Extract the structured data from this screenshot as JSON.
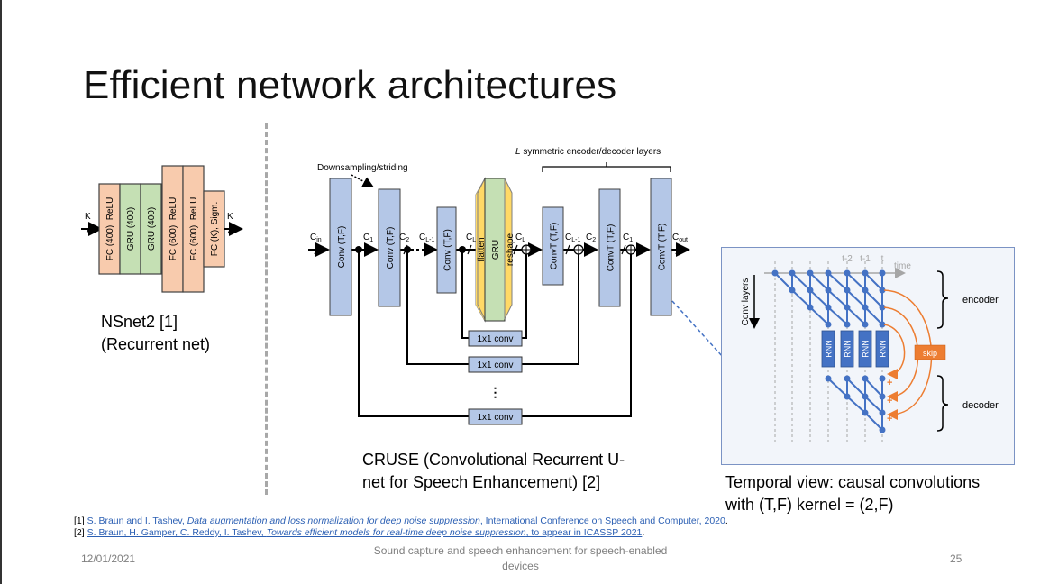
{
  "slide": {
    "title": "Efficient network architectures",
    "page_number": "25",
    "date": "12/01/2021",
    "footer_text_line1": "Sound capture and speech enhancement for speech-enabled",
    "footer_text_line2": "devices"
  },
  "nsnet2": {
    "input_label": "K",
    "output_label": "K",
    "layers": [
      {
        "label": "FC (400), ReLU",
        "type": "fc"
      },
      {
        "label": "GRU (400)",
        "type": "gru"
      },
      {
        "label": "GRU (400)",
        "type": "gru"
      },
      {
        "label": "FC (600), ReLU",
        "type": "fc"
      },
      {
        "label": "FC (600), ReLU",
        "type": "fc"
      },
      {
        "label": "FC (K), Sigm.",
        "type": "fc"
      }
    ],
    "caption_line1": "NSnet2 [1]",
    "caption_line2": "(Recurrent net)"
  },
  "cruse": {
    "downsampling_label": "Downsampling/striding",
    "symmetric_label_italic": "L",
    "symmetric_label_rest": " symmetric encoder/decoder layers",
    "encoder_blocks": [
      "Conv (T,F)",
      "Conv (T,F)",
      "Conv (T,F)"
    ],
    "flatten_label": "flatten",
    "gru_label": "GRU",
    "reshape_label": "reshape",
    "decoder_blocks": [
      "ConvT (T,F)",
      "ConvT (T,F)",
      "ConvT (T,F)"
    ],
    "channel_labels": {
      "c_in": "C",
      "c_in_sub": "in",
      "c1": "C",
      "c1_sub": "1",
      "c2": "C",
      "c2_sub": "2",
      "cl1": "C",
      "cl1_sub": "L-1",
      "cl": "C",
      "cl_sub": "L",
      "cout": "C",
      "cout_sub": "out"
    },
    "skip_convs": [
      "1x1 conv",
      "1x1 conv",
      "1x1 conv"
    ],
    "ellipsis": "⋮",
    "caption_line1": "CRUSE (Convolutional Recurrent U-",
    "caption_line2": "net for Speech Enhancement) [2]"
  },
  "temporal": {
    "time_label": "time",
    "time_ticks": [
      "t-2",
      "t-1",
      "t"
    ],
    "conv_layers_label": "Conv layers",
    "encoder_label": "encoder",
    "decoder_label": "decoder",
    "skip_label": "skip",
    "rnn_label": "RNN",
    "plus": "+",
    "caption_line1": "Temporal view: causal convolutions",
    "caption_line2": "with (T,F) kernel = (2,F)"
  },
  "references": [
    {
      "num": "[1]",
      "authors": "S. Braun and I. Tashev, ",
      "title": "Data augmentation and loss normalization for deep noise suppression",
      "venue": ", International Conference on Speech and Computer, 2020",
      "end": "."
    },
    {
      "num": "[2]",
      "authors": "S. Braun, H. Gamper, C. Reddy, I. Tashev, ",
      "title": "Towards efficient models for real-time deep noise suppression",
      "venue": ", to appear in ICASSP 2021",
      "end": "."
    }
  ],
  "colors": {
    "fc": "#f8cbad",
    "gru": "#c5e0b4",
    "conv": "#b4c7e7",
    "flatten": "#ffd966",
    "node_blue": "#4472c4",
    "skip_orange": "#ed7d31",
    "link_blue": "#2b5fb3"
  }
}
